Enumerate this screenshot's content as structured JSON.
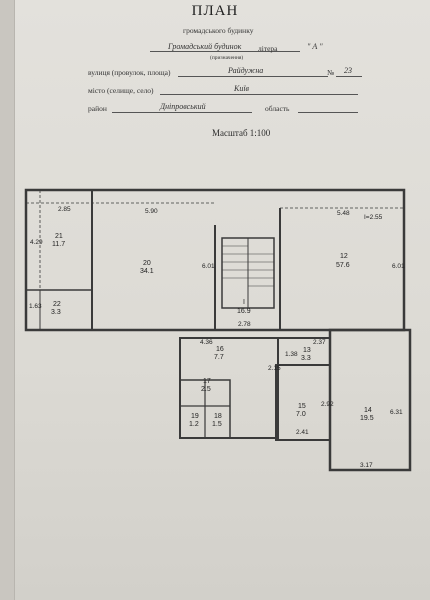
{
  "header": {
    "title": "ПЛАН",
    "subtitle": "громадського будинку",
    "building_name": "Громадський будинок",
    "letter_label": "літера",
    "letter_value": "\" А \"",
    "name_hint": "(призначення)",
    "street_label": "вулиця (провулок, площа)",
    "street_value": "Райдужна",
    "number_label": "№",
    "number_value": "23",
    "city_label": "місто (селище, село)",
    "city_value": "Київ",
    "district_label": "район",
    "district_value": "Дніпровський",
    "region_label": "область",
    "scale": "Масштаб 1:100"
  },
  "rooms": [
    {
      "id": "21",
      "area": "11.7"
    },
    {
      "id": "22",
      "area": "3.3"
    },
    {
      "id": "20",
      "area": "34.1"
    },
    {
      "id": "I",
      "area": "16.9"
    },
    {
      "id": "12",
      "area": "57.6"
    },
    {
      "id": "16",
      "area": "7.7"
    },
    {
      "id": "13",
      "area": "3.3"
    },
    {
      "id": "15",
      "area": "7.0"
    },
    {
      "id": "14",
      "area": "19.5"
    },
    {
      "id": "17",
      "area": "2.5"
    },
    {
      "id": "19",
      "area": "1.2"
    },
    {
      "id": "18",
      "area": "1.5"
    }
  ],
  "dimensions": {
    "d_285": "2.85",
    "d_590": "5.90",
    "d_548": "5.48",
    "d_255": "I=2.55",
    "d_429": "4.29",
    "d_601a": "6.01",
    "d_601b": "6.01",
    "d_278": "2.78",
    "d_436": "4.36",
    "d_138": "1.38",
    "d_237": "2.37",
    "d_215": "2.15",
    "d_292": "2.92",
    "d_631": "6.31",
    "d_241": "2.41",
    "d_317": "3.17",
    "d_163": "1.63"
  }
}
